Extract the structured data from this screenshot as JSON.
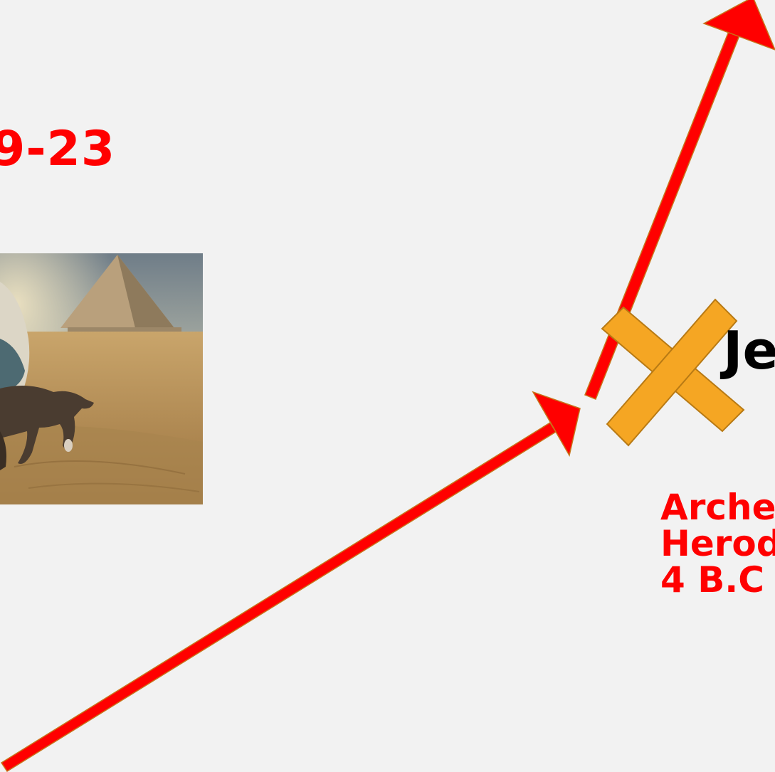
{
  "slide": {
    "title": "9-23",
    "place_label": "Je",
    "note_lines": [
      "Arche",
      "Herod",
      "4 B.C"
    ]
  },
  "colors": {
    "background": "#f2f2f2",
    "title": "#ff0000",
    "arrow_fill": "#ff0000",
    "arrow_outline": "#c8741a",
    "cross_fill": "#f5a623",
    "cross_outline": "#b87a14",
    "place_label": "#000000",
    "note": "#ff0000"
  },
  "icons": {
    "arrow_from_egypt": "arrow-icon",
    "arrow_north": "arrow-icon",
    "blocked_route": "cross-mark-icon"
  }
}
